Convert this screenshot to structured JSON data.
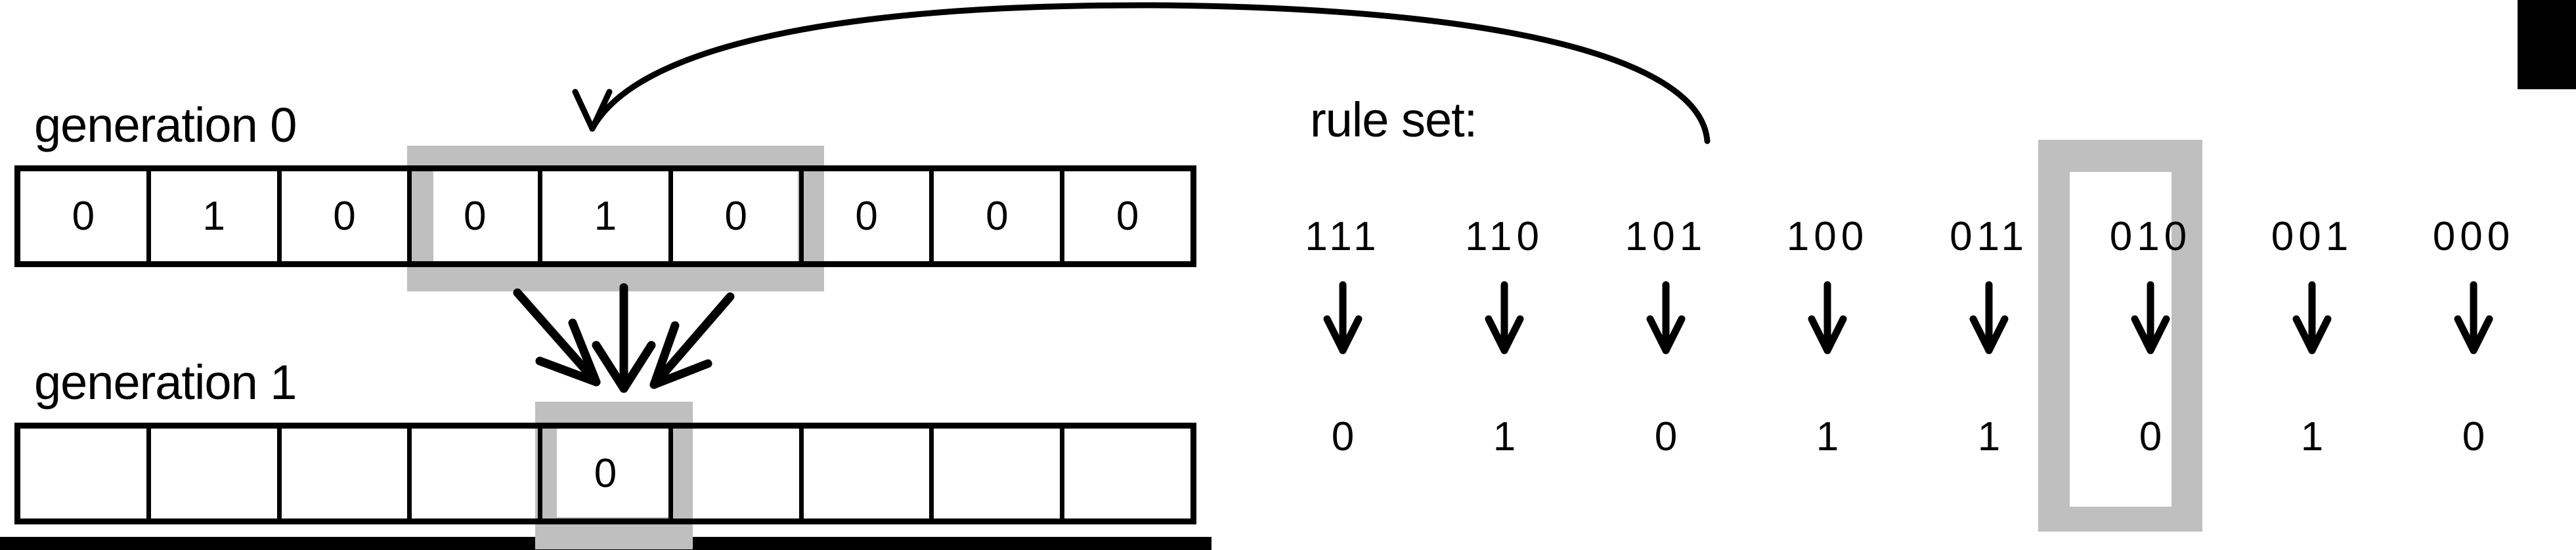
{
  "diagram": {
    "title_left": "generation 0",
    "title_left_2": "generation 1",
    "title_right": "rule set:",
    "highlight_color": "#bfbfbf",
    "ink_color": "#000000",
    "background_color": "#ffffff"
  },
  "generation0": {
    "label": "generation 0",
    "cells": [
      "0",
      "1",
      "0",
      "0",
      "1",
      "0",
      "0",
      "0",
      "0"
    ],
    "highlighted_indices": [
      3,
      4,
      5
    ],
    "neighborhood": "010"
  },
  "generation1": {
    "label": "generation 1",
    "cells": [
      "",
      "",
      "",
      "",
      "0",
      "",
      "",
      "",
      ""
    ],
    "highlighted_indices": [
      4
    ],
    "result": "0"
  },
  "ruleset": {
    "label": "rule set:",
    "arrow_glyph": "down-arrow",
    "highlighted_index": 5,
    "rules": [
      {
        "pattern": "111",
        "output": "0"
      },
      {
        "pattern": "110",
        "output": "1"
      },
      {
        "pattern": "101",
        "output": "0"
      },
      {
        "pattern": "100",
        "output": "1"
      },
      {
        "pattern": "011",
        "output": "1"
      },
      {
        "pattern": "010",
        "output": "0"
      },
      {
        "pattern": "001",
        "output": "1"
      },
      {
        "pattern": "000",
        "output": "0"
      }
    ]
  },
  "annotations": {
    "curved_arrow": "lookup-arrow-from-rule-010-to-generation-0-neighborhood",
    "converging_arrows": "three-arrows-from-neighborhood-to-new-cell"
  }
}
